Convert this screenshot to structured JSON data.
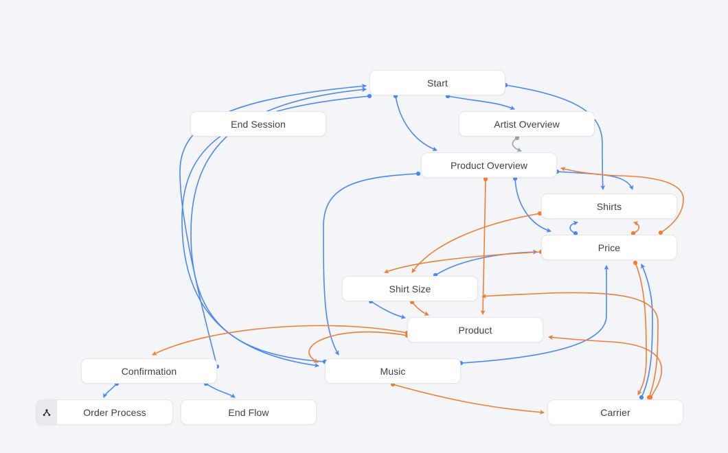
{
  "app": {
    "view_title": "Flow Diagram Canvas"
  },
  "colors": {
    "background": "#f3f5f8",
    "edge_blue": "#4a87f5",
    "edge_orange": "#f07d33",
    "edge_gray": "#98a1ab",
    "node_background": "#ffffff",
    "node_border": "#e3e6ea",
    "node_text": "#3b4045",
    "icon_tab_background": "#e7e9ec"
  },
  "nodes": [
    {
      "id": "start",
      "label": "Start"
    },
    {
      "id": "end-session",
      "label": "End Session"
    },
    {
      "id": "artist-overview",
      "label": "Artist Overview"
    },
    {
      "id": "product-overview",
      "label": "Product Overview"
    },
    {
      "id": "shirts",
      "label": "Shirts"
    },
    {
      "id": "price",
      "label": "Price"
    },
    {
      "id": "shirt-size",
      "label": "Shirt Size"
    },
    {
      "id": "product",
      "label": "Product"
    },
    {
      "id": "confirmation",
      "label": "Confirmation"
    },
    {
      "id": "music",
      "label": "Music"
    },
    {
      "id": "order-process",
      "label": "Order Process",
      "icon": "flow-branch-icon"
    },
    {
      "id": "end-flow",
      "label": "End Flow"
    },
    {
      "id": "carrier",
      "label": "Carrier"
    }
  ],
  "edges": [
    {
      "from": "Start",
      "to": "Product Overview",
      "color": "blue"
    },
    {
      "from": "Start",
      "to": "Artist Overview",
      "color": "blue"
    },
    {
      "from": "Start",
      "to": "Shirts",
      "color": "blue"
    },
    {
      "from": "Product Overview",
      "to": "Music",
      "color": "blue"
    },
    {
      "from": "Start",
      "to": "Music",
      "color": "blue"
    },
    {
      "from": "Music",
      "to": "Start",
      "color": "blue"
    },
    {
      "from": "Confirmation",
      "to": "Start",
      "color": "blue"
    },
    {
      "from": "Artist Overview",
      "to": "Product Overview",
      "color": "gray"
    },
    {
      "from": "Product Overview",
      "to": "Shirts",
      "color": "blue"
    },
    {
      "from": "Product Overview",
      "to": "Price",
      "color": "blue"
    },
    {
      "from": "Product Overview",
      "to": "Product",
      "color": "orange"
    },
    {
      "from": "Price",
      "to": "Shirts",
      "color": "blue"
    },
    {
      "from": "Price",
      "to": "Shirts",
      "color": "orange"
    },
    {
      "from": "Price",
      "to": "Product Overview",
      "color": "orange"
    },
    {
      "from": "Shirts",
      "to": "Shirt Size",
      "color": "orange"
    },
    {
      "from": "Price",
      "to": "Shirt Size",
      "color": "orange"
    },
    {
      "from": "Shirt Size",
      "to": "Product",
      "color": "orange"
    },
    {
      "from": "Shirt Size",
      "to": "Product",
      "color": "blue"
    },
    {
      "from": "Shirt Size",
      "to": "Price",
      "color": "blue"
    },
    {
      "from": "Music",
      "to": "Price",
      "color": "blue"
    },
    {
      "from": "Carrier",
      "to": "Price",
      "color": "blue"
    },
    {
      "from": "Price",
      "to": "Carrier",
      "color": "orange"
    },
    {
      "from": "Carrier",
      "to": "Shirt Size",
      "color": "orange"
    },
    {
      "from": "Carrier",
      "to": "Product",
      "color": "orange"
    },
    {
      "from": "Music",
      "to": "Carrier",
      "color": "orange"
    },
    {
      "from": "Product",
      "to": "Confirmation",
      "color": "orange"
    },
    {
      "from": "Product",
      "to": "Music",
      "color": "orange"
    },
    {
      "from": "Confirmation",
      "to": "Order Process",
      "color": "blue"
    },
    {
      "from": "Confirmation",
      "to": "End Flow",
      "color": "blue"
    }
  ]
}
